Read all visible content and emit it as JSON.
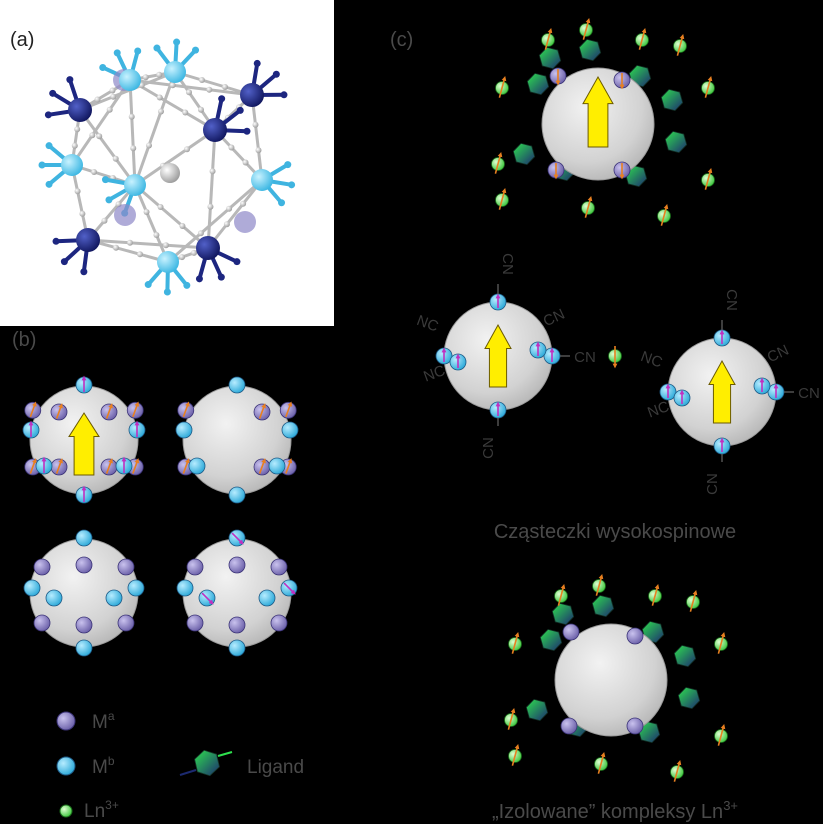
{
  "panels": {
    "a_label": "(a)",
    "b_label": "(b)",
    "c_label": "(c)"
  },
  "legend": {
    "ma_base": "M",
    "ma_sup": "a",
    "mb_base": "M",
    "mb_sup": "b",
    "ln_base": "Ln",
    "ln_sup": "3+",
    "ligand": "Ligand"
  },
  "captions": {
    "high_spin": "Cząsteczki wysokospinowe",
    "isolated_base": "„Izolowane” kompleksy Ln",
    "isolated_sup": "3+"
  },
  "cyanide": {
    "cn": "CN",
    "nc": "NC"
  },
  "colors": {
    "background": "#000000",
    "cluster_sphere": "#d9d9d9",
    "ma_atom": "#8a80c4",
    "mb_atom": "#5bc8ee",
    "ln_atom": "#7cf07a",
    "spin_arrow": "#ffee00",
    "small_spin": "#e88020",
    "mb_spin": "#c030c0",
    "ligand_gradient": [
      "#2bd14c",
      "#1f2d78"
    ]
  }
}
